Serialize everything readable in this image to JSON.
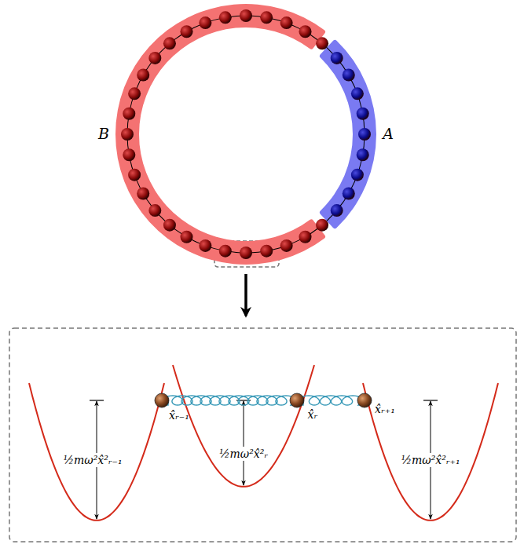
{
  "diagram": {
    "nodes": [
      {
        "text": [
          "B"
        ]
      },
      {
        "text": [
          "A"
        ]
      }
    ],
    "labels": [
      "½mω²x̂²ᵣ₋₁",
      "x̂ᵣ₋₁",
      "½mω²x̂²ᵣ",
      "x̂ᵣ",
      "x̂ᵣ₊₁",
      "½mω²x̂²ᵣ₊₁"
    ]
  }
}
